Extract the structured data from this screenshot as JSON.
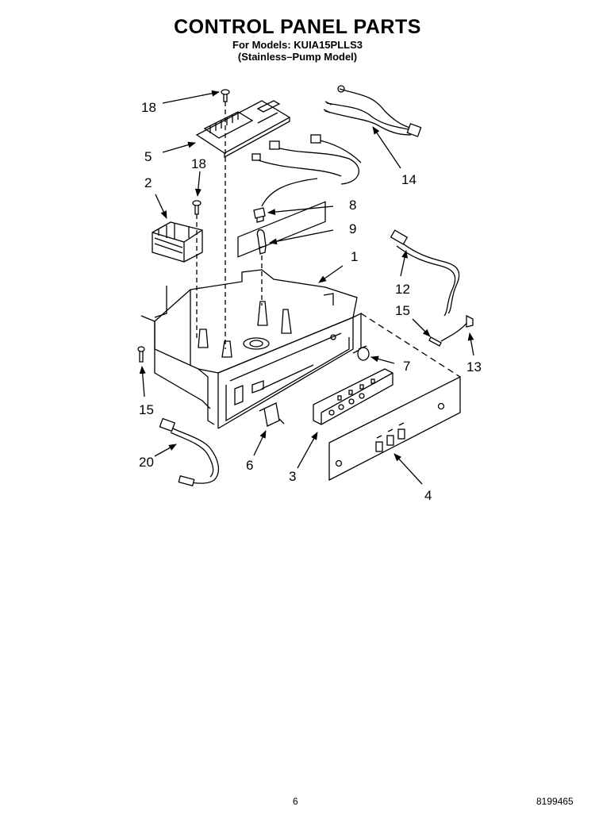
{
  "header": {
    "title": "CONTROL PANEL PARTS",
    "models": "For Models: KUIA15PLLS3",
    "variant": "(Stainless–Pump Model)"
  },
  "callouts": [
    {
      "id": "c18a",
      "label": "18"
    },
    {
      "id": "c5",
      "label": "5"
    },
    {
      "id": "c18b",
      "label": "18"
    },
    {
      "id": "c2",
      "label": "2"
    },
    {
      "id": "c14",
      "label": "14"
    },
    {
      "id": "c8",
      "label": "8"
    },
    {
      "id": "c9",
      "label": "9"
    },
    {
      "id": "c1",
      "label": "1"
    },
    {
      "id": "c12",
      "label": "12"
    },
    {
      "id": "c15a",
      "label": "15"
    },
    {
      "id": "c13",
      "label": "13"
    },
    {
      "id": "c7",
      "label": "7"
    },
    {
      "id": "c15b",
      "label": "15"
    },
    {
      "id": "c20",
      "label": "20"
    },
    {
      "id": "c6",
      "label": "6"
    },
    {
      "id": "c3",
      "label": "3"
    },
    {
      "id": "c4",
      "label": "4"
    }
  ],
  "footer": {
    "page_number": "6",
    "doc_number": "8199465"
  }
}
